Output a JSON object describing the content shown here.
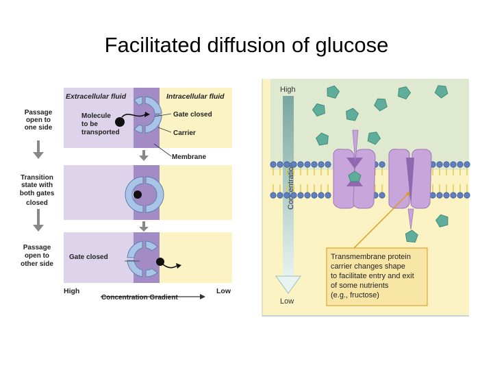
{
  "title": "Facilitated diffusion of glucose",
  "left_panel": {
    "extracellular": "Extracellular fluid",
    "intracellular": "Intracellular fluid",
    "molecule": [
      "Molecule",
      "to be",
      "transported"
    ],
    "gate_closed_top": "Gate closed",
    "carrier": "Carrier",
    "membrane": "Membrane",
    "stage1": [
      "Passage",
      "open to",
      "one side"
    ],
    "stage2": [
      "Transition",
      "state with",
      "both gates",
      "closed"
    ],
    "stage3": [
      "Passage",
      "open to",
      "other side"
    ],
    "gate_closed_bottom": "Gate closed",
    "high": "High",
    "gradient": "Concentration Gradient",
    "low": "Low"
  },
  "right_panel": {
    "high": "High",
    "concentration": "Concentration",
    "low": "Low",
    "caption": [
      "Transmembrane protein",
      "carrier changes shape",
      "to facilitate entry and exit",
      "of some nutrients",
      "(e.g., fructose)"
    ]
  },
  "colors": {
    "extracellular": "#ddd3ea",
    "intracellular": "#fbf3c3",
    "membrane": "#a38cc6",
    "carrier": "#a9c4e6",
    "pentagon": "#5fae9c",
    "protein": "#c8a6dc",
    "caption_bg": "#f8e6a6",
    "arrow": "#e09a1c"
  }
}
